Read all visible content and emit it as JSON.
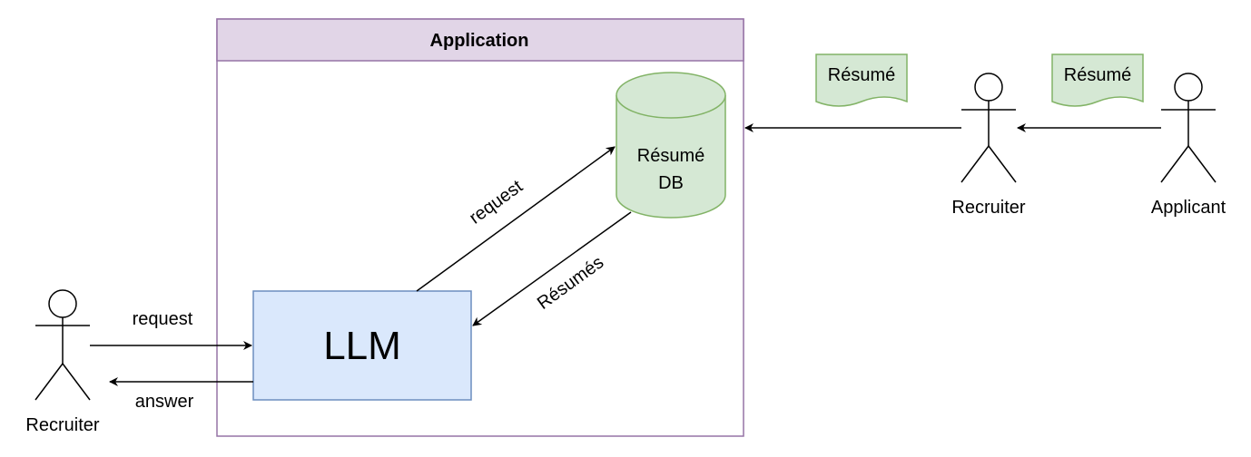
{
  "colors": {
    "container_fill": "#e1d5e7",
    "container_stroke": "#9673a6",
    "llm_fill": "#dae8fc",
    "llm_stroke": "#6c8ebf",
    "db_fill": "#d5e8d4",
    "db_stroke": "#82b366",
    "line": "#000000"
  },
  "container": {
    "title": "Application"
  },
  "llm": {
    "label": "LLM"
  },
  "database": {
    "line1": "Résumé",
    "line2": "DB"
  },
  "actors": {
    "recruiter_left": "Recruiter",
    "recruiter_right": "Recruiter",
    "applicant": "Applicant"
  },
  "documents": {
    "resume_1": "Résumé",
    "resume_2": "Résumé"
  },
  "edges": {
    "user_request": "request",
    "user_answer": "answer",
    "llm_request": "request",
    "db_response": "Résumés"
  }
}
